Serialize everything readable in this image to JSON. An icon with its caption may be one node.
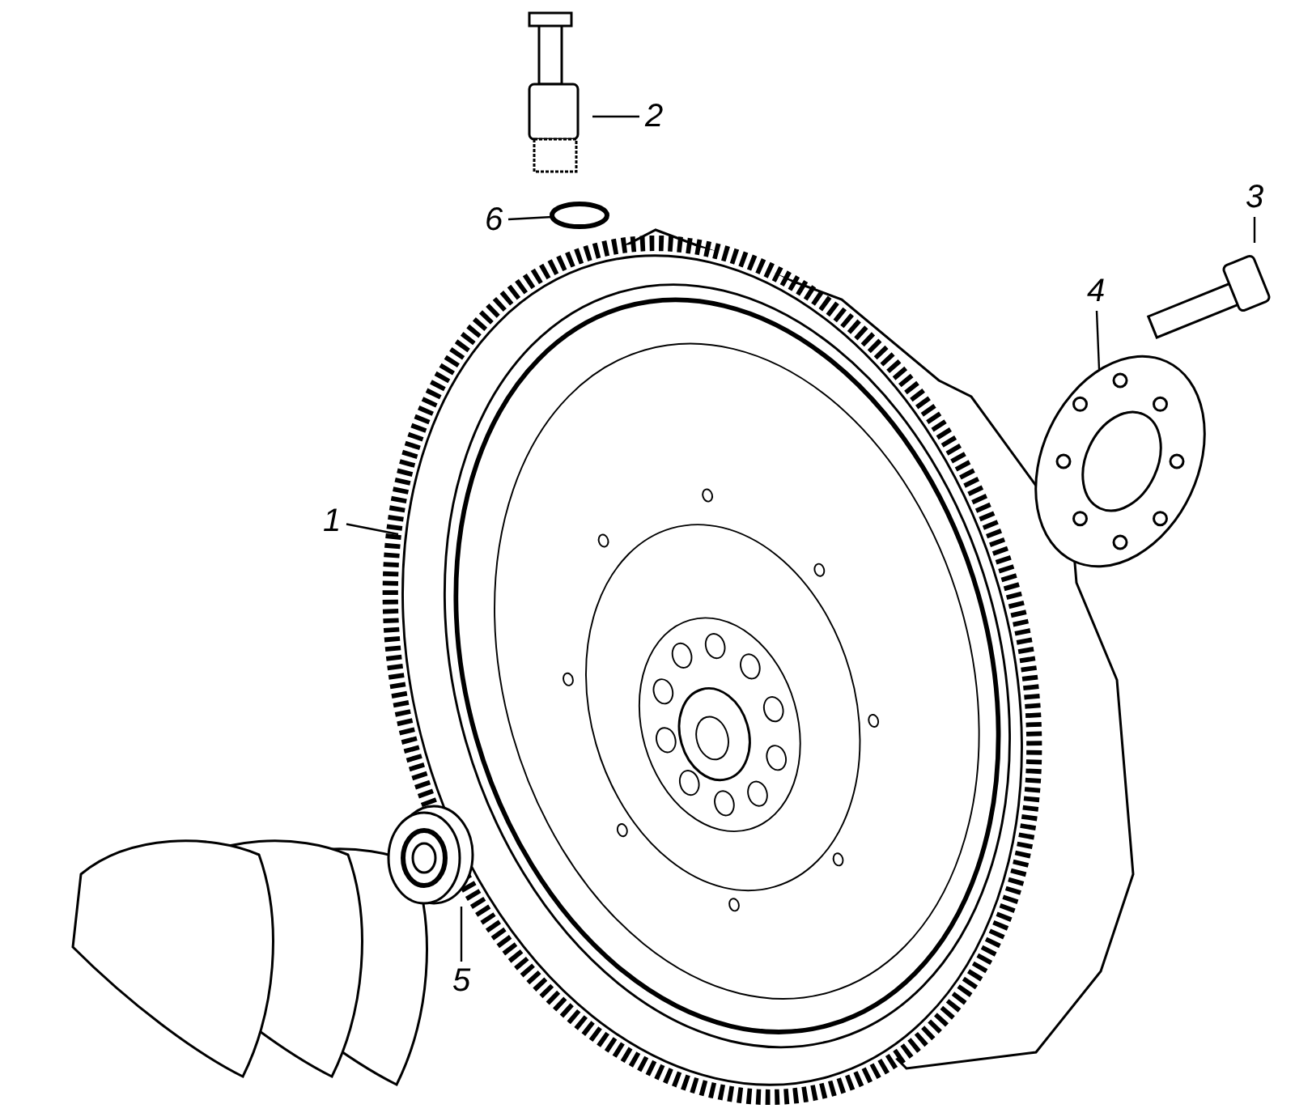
{
  "diagram": {
    "nodes": [
      {
        "text": [
          "1"
        ]
      },
      {
        "text": [
          "2"
        ]
      },
      {
        "text": [
          "3"
        ]
      },
      {
        "text": [
          "4"
        ]
      },
      {
        "text": [
          "5"
        ]
      },
      {
        "text": [
          "6"
        ]
      },
      {
        "text": [],
        "shape": "picture"
      },
      {
        "text": [],
        "shape": "picture"
      },
      {
        "text": [],
        "shape": "picture"
      },
      {
        "text": [],
        "shape": "picture"
      },
      {
        "text": [],
        "shape": "picture"
      },
      {
        "text": [],
        "shape": "circle"
      }
    ],
    "edges": [
      {
        "from": 0,
        "to": 6,
        "arrow": "none"
      },
      {
        "from": 1,
        "to": 7,
        "arrow": "none"
      },
      {
        "from": 2,
        "to": 8,
        "arrow": "none"
      },
      {
        "from": 3,
        "to": 9,
        "arrow": "none"
      },
      {
        "from": 4,
        "to": 10,
        "arrow": "none"
      },
      {
        "from": 5,
        "to": 11,
        "arrow": "none"
      }
    ]
  }
}
